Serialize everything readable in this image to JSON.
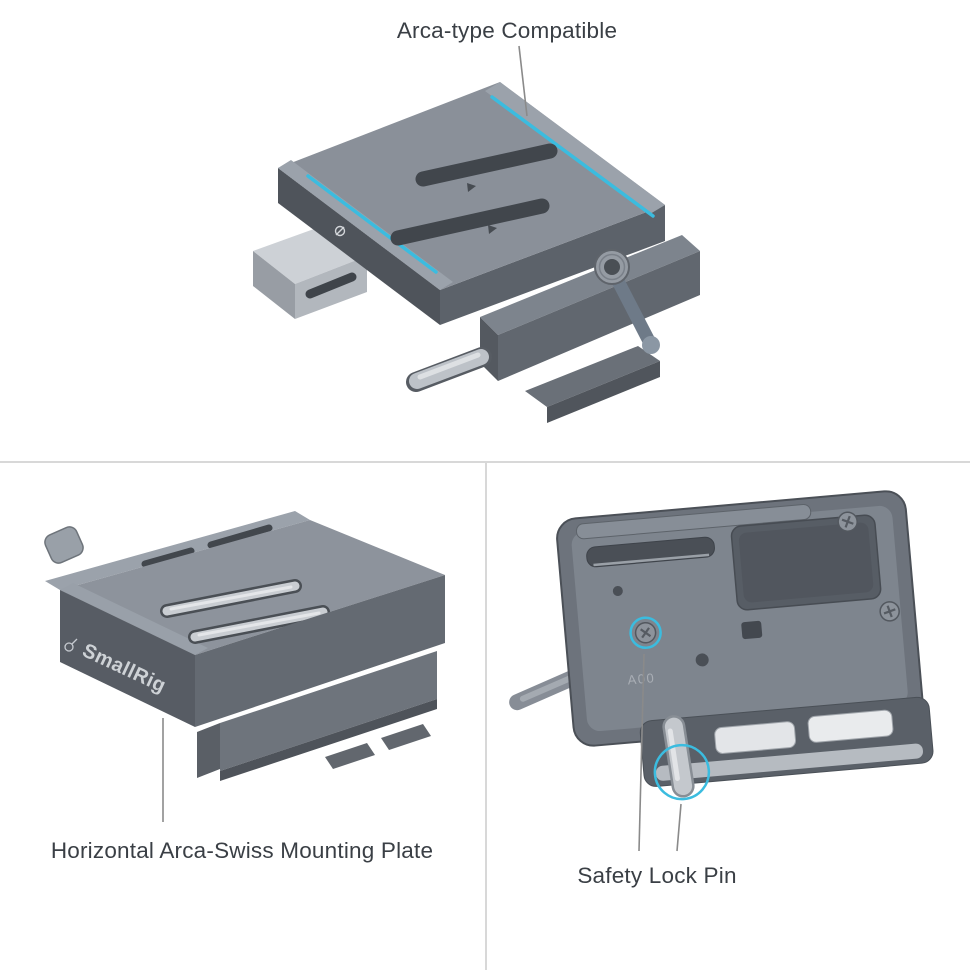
{
  "annotations": {
    "arca_type": {
      "label": "Arca-type Compatible"
    },
    "mounting_plate": {
      "label": "Horizontal Arca-Swiss Mounting Plate"
    },
    "safety_lock_pin": {
      "label": "Safety Lock Pin"
    }
  },
  "product": {
    "brand": "SmallRig",
    "engraving": "A00"
  },
  "colors": {
    "accent_blue": "#3bbcdf",
    "body_gray": "#70767e",
    "silver": "#c3c7cc",
    "text": "#3a3f45",
    "divider": "#d8d8d8",
    "leader_line": "#8a8a8a"
  }
}
